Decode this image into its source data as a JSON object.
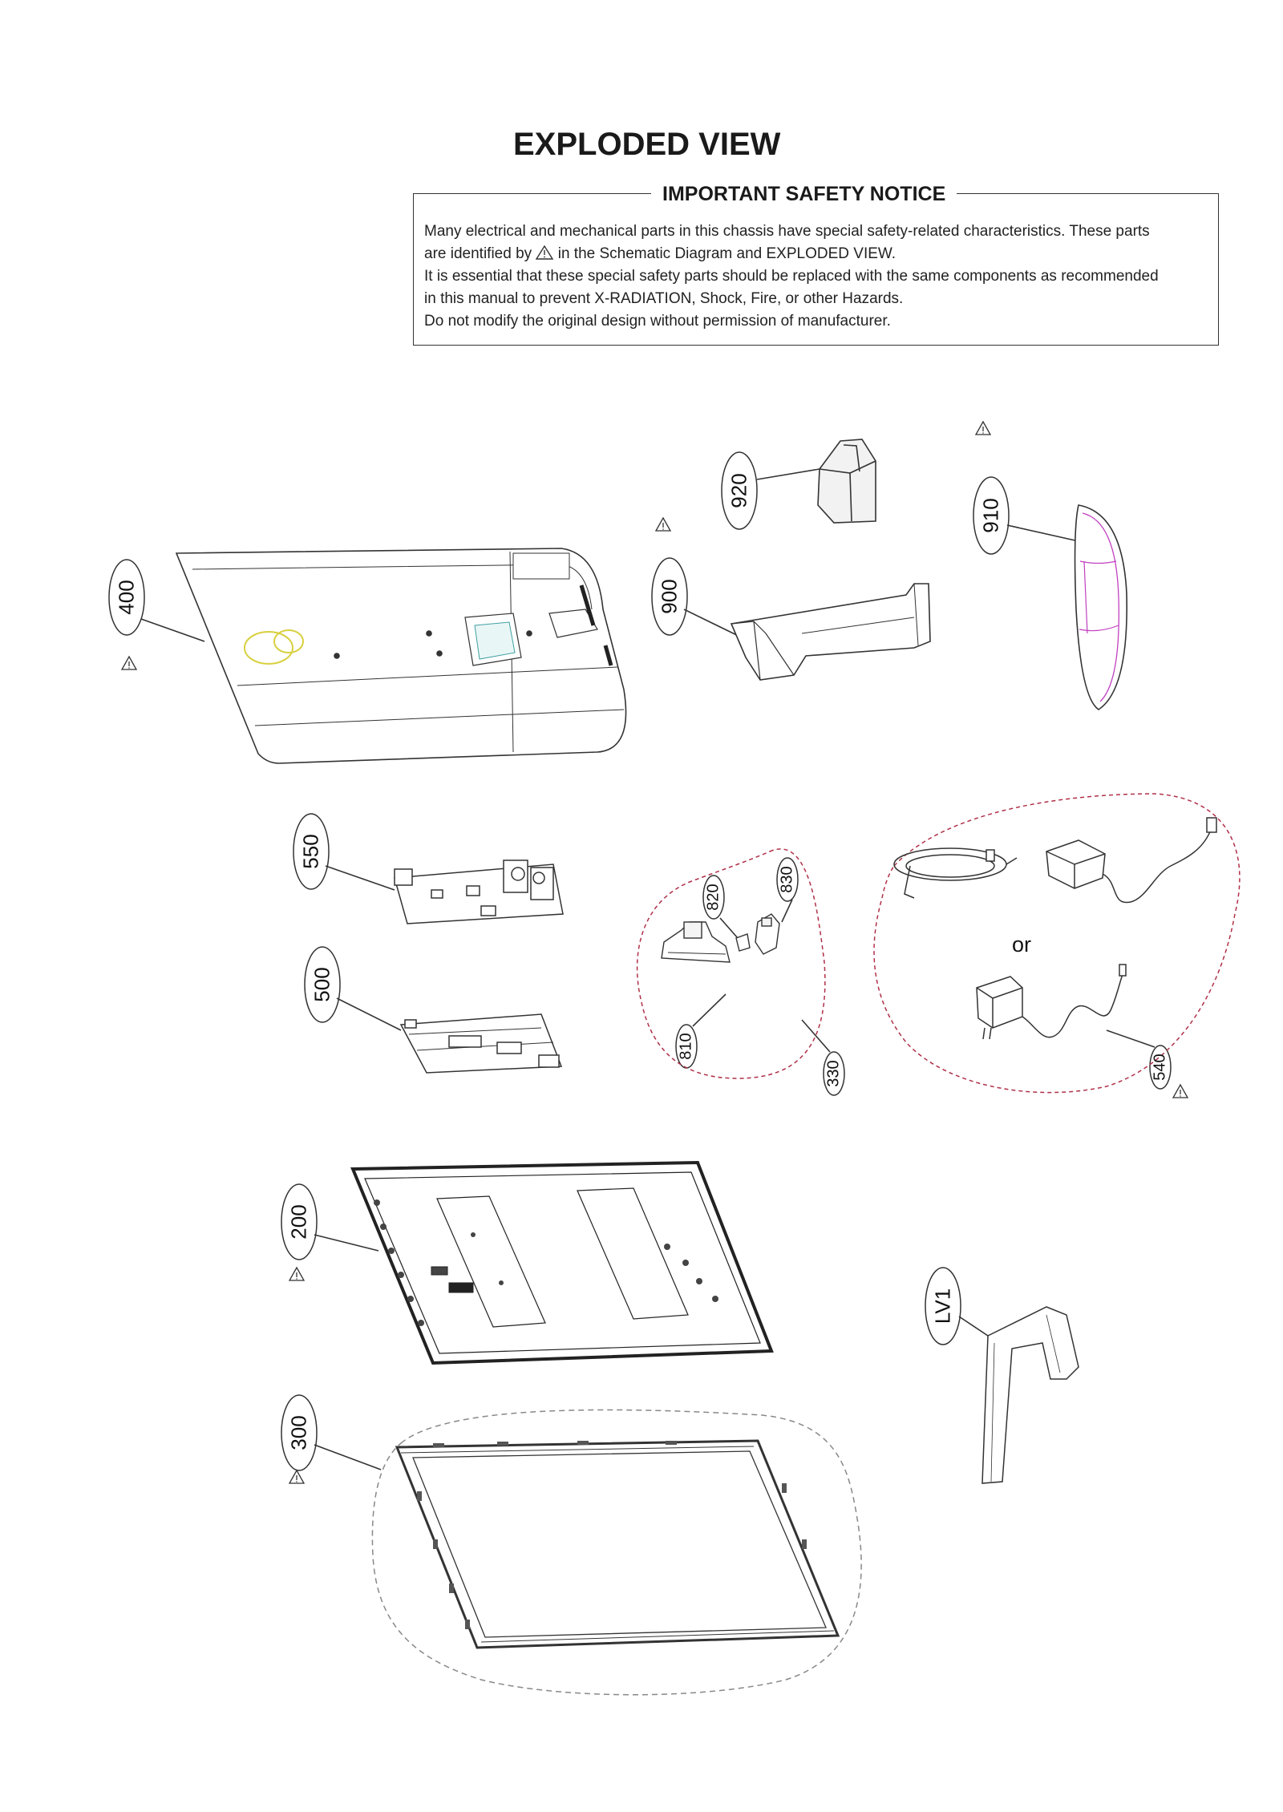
{
  "title": "EXPLODED VIEW",
  "notice": {
    "heading": "IMPORTANT SAFETY NOTICE",
    "line1": "Many electrical and mechanical parts in this chassis have special safety-related characteristics. These parts",
    "line2_before": "are identified by",
    "line2_after": "in the Schematic Diagram and EXPLODED VIEW.",
    "line3": "It is essential that these special safety parts should be replaced with the same components as recommended",
    "line4": "in this manual to prevent X-RADIATION, Shock, Fire, or other Hazards.",
    "line5": "Do not modify the original design without permission of manufacturer."
  },
  "parts": {
    "p400": "400",
    "p920": "920",
    "p910": "910",
    "p900": "900",
    "p550": "550",
    "p500": "500",
    "p820": "820",
    "p830": "830",
    "p810": "810",
    "p330": "330",
    "p540": "540",
    "p200": "200",
    "p300": "300",
    "lv1": "LV1"
  },
  "or_label": "or",
  "colors": {
    "line": "#333333",
    "group_outline_red": "#b03048",
    "group_outline_gray": "#888888",
    "accent_magenta": "#c040c0",
    "logo_yellow": "#d8d040",
    "panel_teal": "#40a0a0"
  },
  "icons": [
    "warning-triangle-icon"
  ]
}
